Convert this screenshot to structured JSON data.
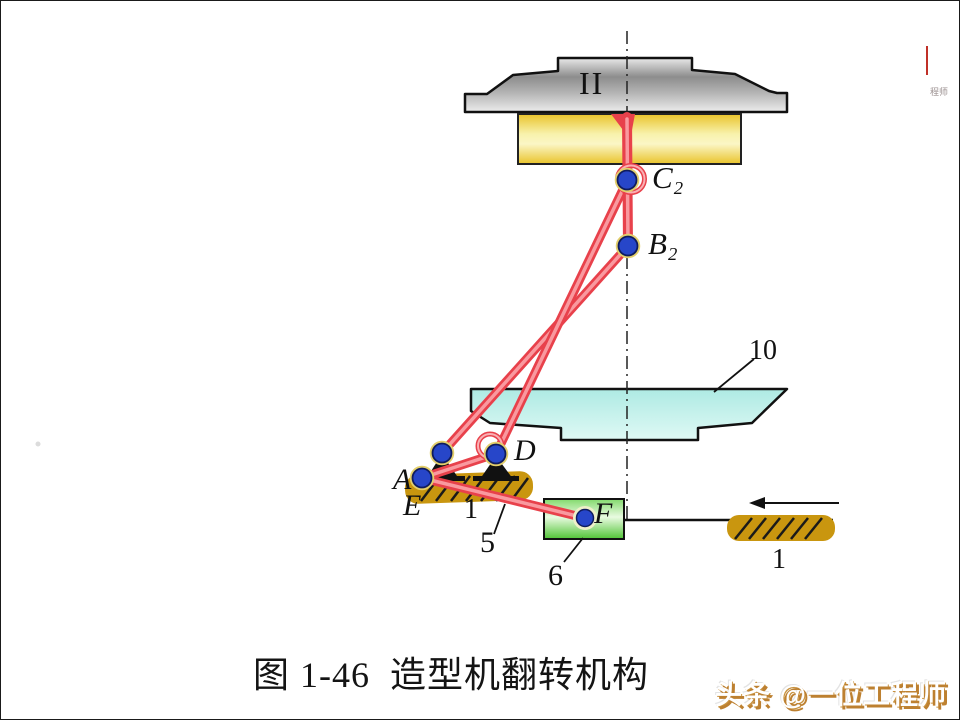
{
  "figure": {
    "caption": "图 1-46  造型机翻转机构",
    "watermark": "头条 @一位工程师",
    "corner_text": "程师"
  },
  "diagram": {
    "title_semantics": "molding machine turn-over linkage, position II",
    "labels": {
      "flask_position": "II",
      "joint_c2": "C₂",
      "joint_b2": "B₂",
      "part_10": "10",
      "joint_d": "D",
      "joint_a": "A",
      "joint_e": "E",
      "frame_left": "1",
      "link_5": "5",
      "cylinder_6": "6",
      "joint_f": "F",
      "frame_right": "1"
    },
    "colors": {
      "link_red": "#e8414b",
      "link_highlight": "#f9999f",
      "joint_blue": "#2746c9",
      "plate_gray": "#9a9a9a",
      "flask_yellow": "#f0d84a",
      "platform_cyan": "#bfefe9",
      "ground_ochre": "#c9960f",
      "cylinder_green": "#5cc944",
      "watermark_orange": "#bd8030"
    },
    "motion_arrow_direction": "left"
  }
}
